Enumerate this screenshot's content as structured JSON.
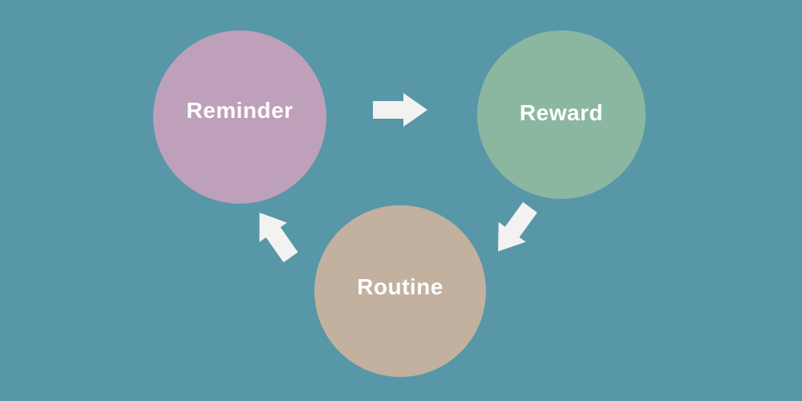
{
  "colors": {
    "background": "#5797A8",
    "label_text": "#FFFFFF",
    "arrow": "#F3F2F0"
  },
  "diagram": {
    "type": "cycle",
    "nodes": [
      {
        "id": "reminder",
        "label": "Reminder",
        "color": "#BEA0BA"
      },
      {
        "id": "reward",
        "label": "Reward",
        "color": "#8BB7A0"
      },
      {
        "id": "routine",
        "label": "Routine",
        "color": "#C1B19E"
      }
    ],
    "arrows": [
      {
        "from": "reminder",
        "to": "reward",
        "direction": "right",
        "color": "#F3F2F0"
      },
      {
        "from": "reward",
        "to": "routine",
        "direction": "down-left",
        "color": "#F3F2F0"
      },
      {
        "from": "routine",
        "to": "reminder",
        "direction": "up-left",
        "color": "#F3F2F0"
      }
    ]
  }
}
